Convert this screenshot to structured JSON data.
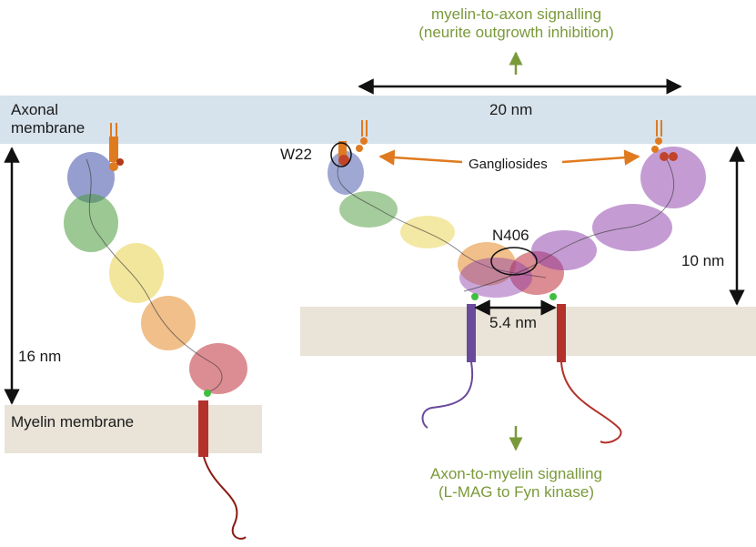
{
  "top_signal": {
    "line1": "myelin-to-axon signalling",
    "line2": "(neurite outgrowth inhibition)",
    "color": "#7a9a3a"
  },
  "bottom_signal": {
    "line1": "Axon-to-myelin signalling",
    "line2": "(L-MAG to Fyn kinase)",
    "color": "#7a9a3a"
  },
  "membranes": {
    "axonal_line1": "Axonal",
    "axonal_line2": "membrane",
    "myelin": "Myelin membrane",
    "axonal_color": "#d6e2ec",
    "myelin_color": "#e9e3d8"
  },
  "measurements": {
    "width_top": "20 nm",
    "height_left": "16 nm",
    "height_right": "10 nm",
    "width_bottom": "5.4 nm"
  },
  "annotations": {
    "w22": "W22",
    "gangliosides": "Gangliosides",
    "n406": "N406",
    "arrow_color": "#e07a1f"
  },
  "domain_colors": [
    "#3f4fa8",
    "#4b9a3a",
    "#e8d24a",
    "#e58a2a",
    "#c0303a",
    "#8a3aa8"
  ]
}
